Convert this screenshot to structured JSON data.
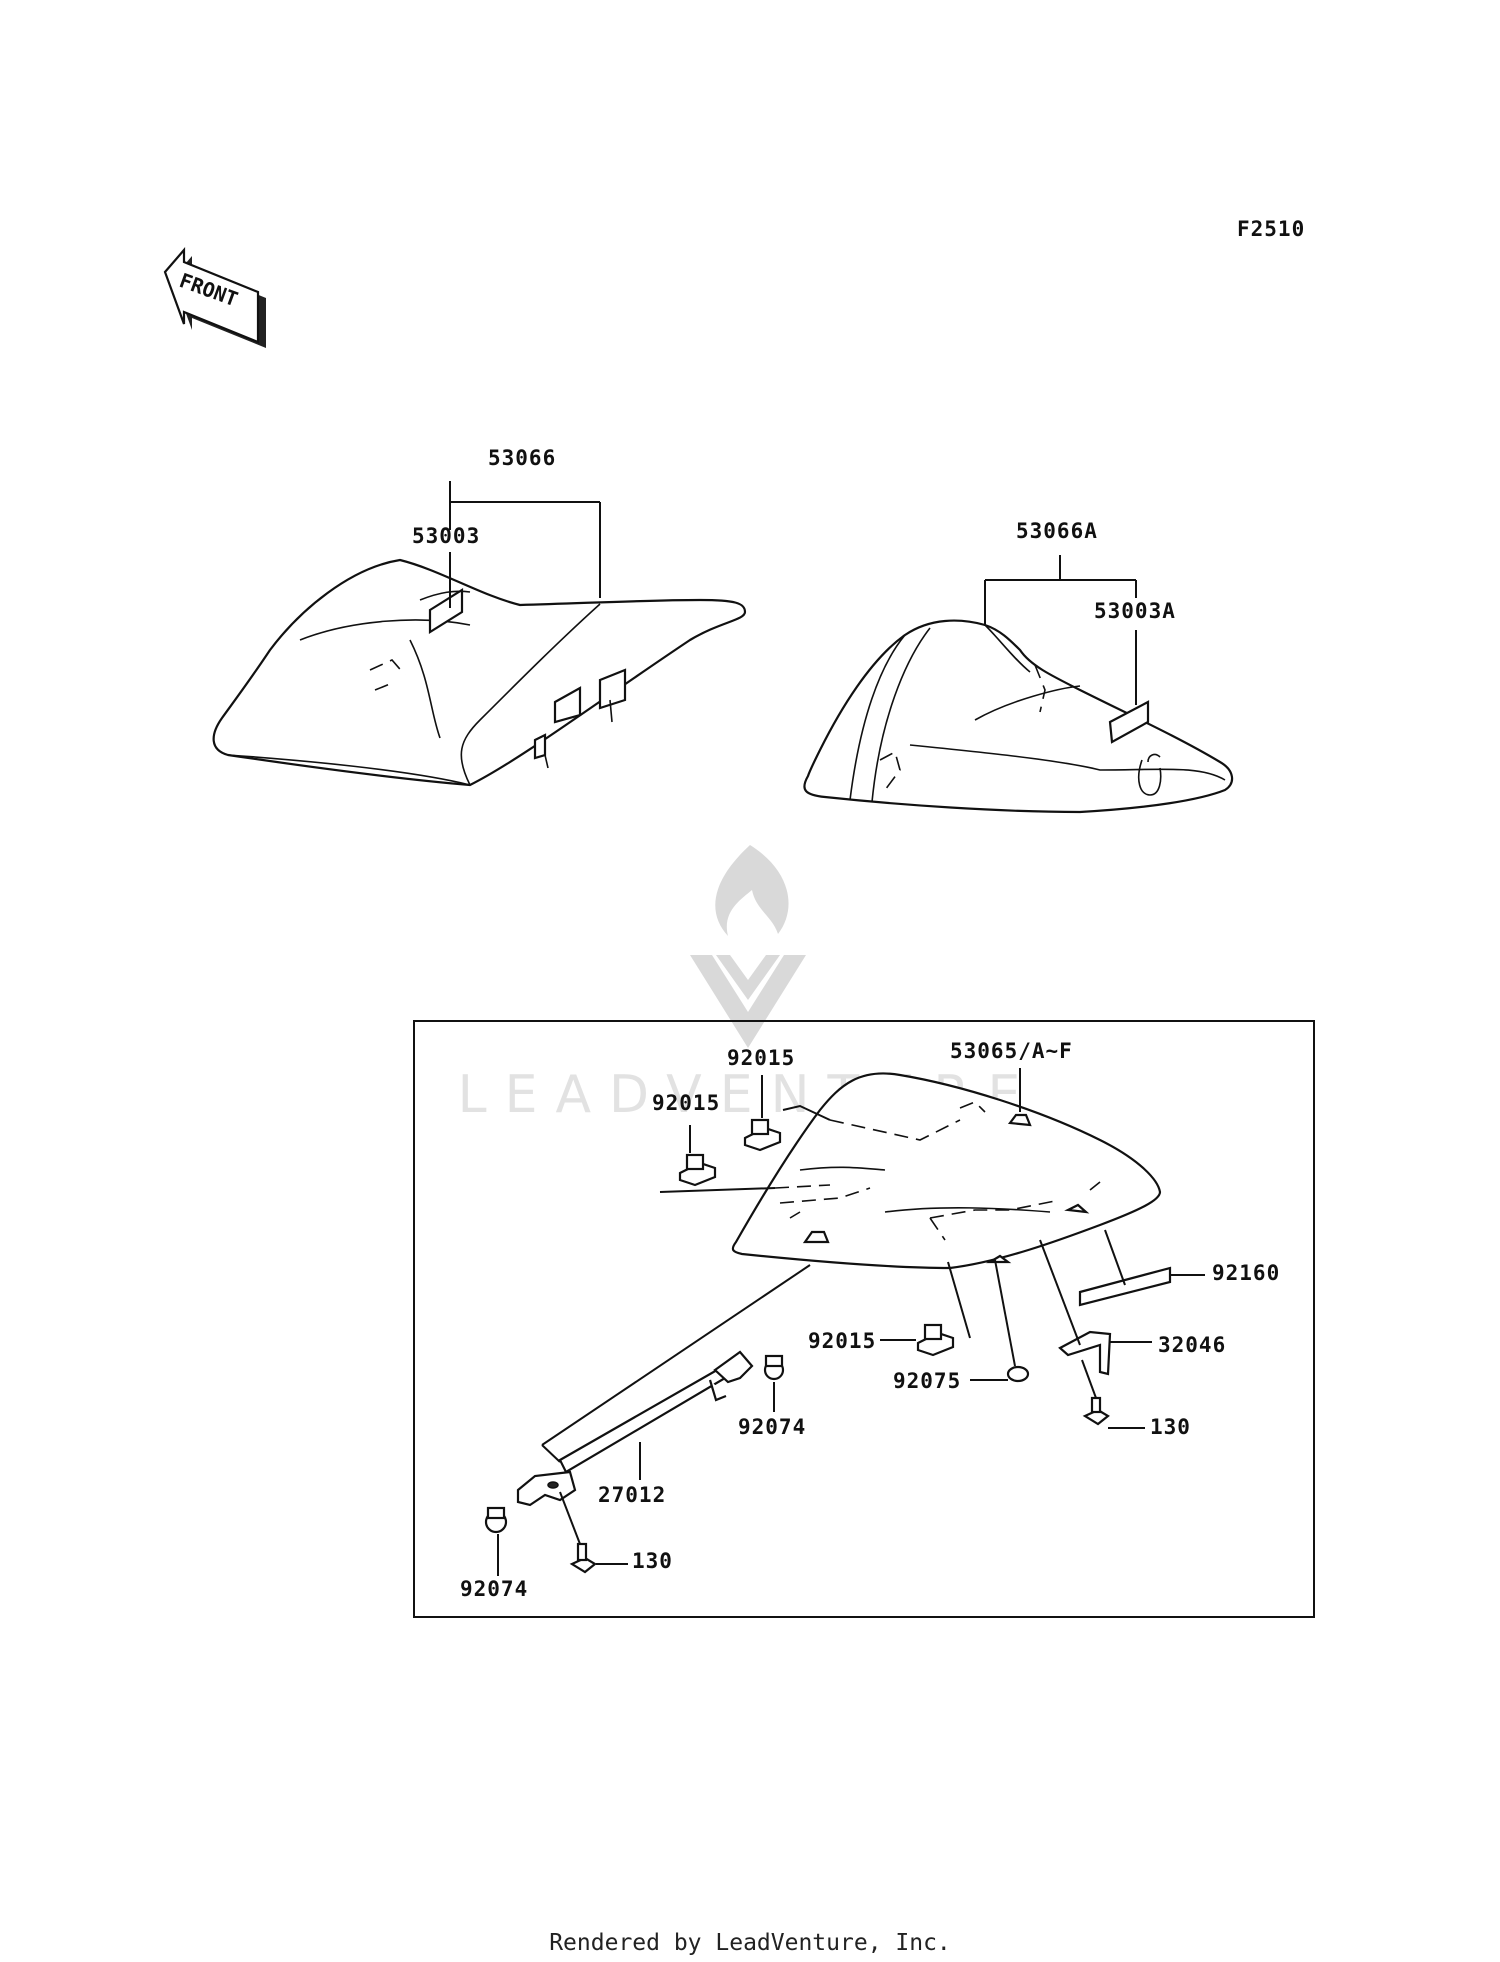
{
  "diagram": {
    "code": "F2510",
    "front_arrow": "FRONT",
    "watermark": "LEADVENTURE",
    "footer": "Rendered by LeadVenture, Inc."
  },
  "labels": {
    "seat_front_assy": "53066",
    "seat_front_strap": "53003",
    "seat_rear_assy": "53066A",
    "seat_rear_strap": "53003A",
    "seat_cover": "53065/A~F",
    "damper_top": "92015",
    "damper_left": "92015",
    "damper_bottom": "92015",
    "pad": "92160",
    "bracket": "32046",
    "damper_round": "92075",
    "bolt_right": "130",
    "grommet_right": "92074",
    "stay": "27012",
    "bolt_left": "130",
    "grommet_left": "92074"
  }
}
